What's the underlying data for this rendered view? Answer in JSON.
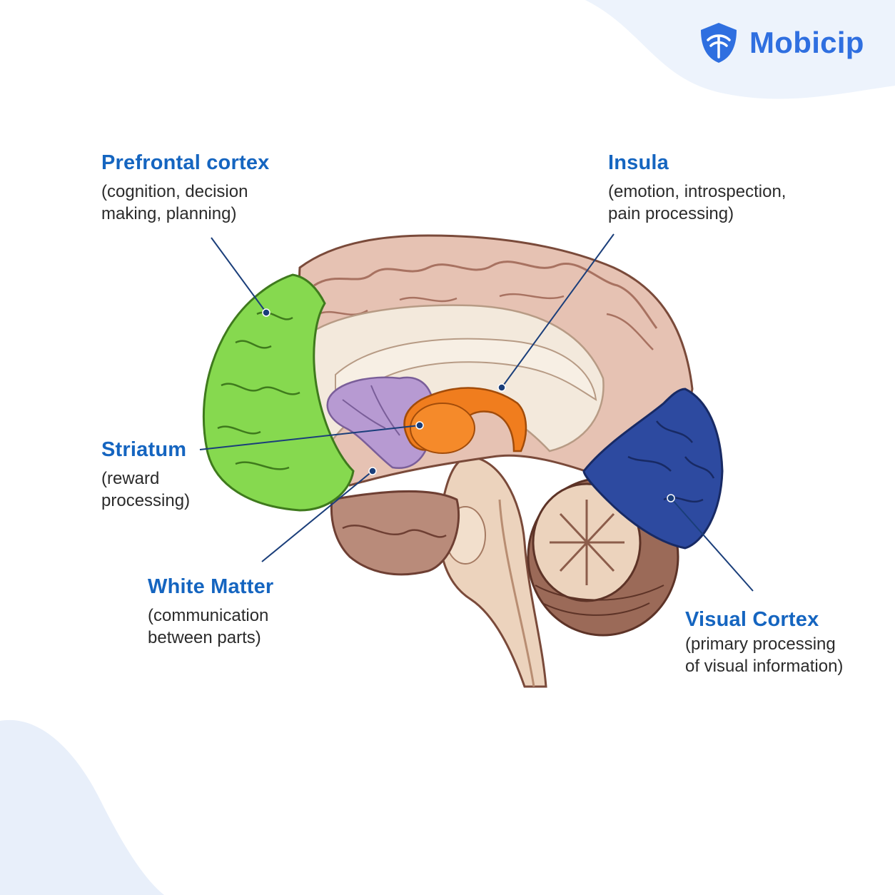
{
  "brand": {
    "name": "Mobicip",
    "color": "#2f6fe0"
  },
  "colors": {
    "label_title": "#1565c0",
    "prefrontal": "#86d94f",
    "visual": "#2d4aa0",
    "striatum": "#f07d1e",
    "limbic": "#b79ad2",
    "cortex": "#e6c2b3",
    "white_matter": "#f3e9dc"
  },
  "labels": {
    "prefrontal": {
      "title": "Prefrontal cortex",
      "desc": [
        "(cognition, decision",
        "making, planning)"
      ]
    },
    "insula": {
      "title": "Insula",
      "desc": [
        "(emotion, introspection,",
        "pain processing)"
      ]
    },
    "striatum": {
      "title": "Striatum",
      "desc": [
        "(reward",
        "processing)"
      ]
    },
    "white_matter": {
      "title": "White Matter",
      "desc": [
        "(communication",
        "between parts)"
      ]
    },
    "visual": {
      "title": "Visual Cortex",
      "desc": [
        "(primary processing",
        "of visual information)"
      ]
    }
  }
}
